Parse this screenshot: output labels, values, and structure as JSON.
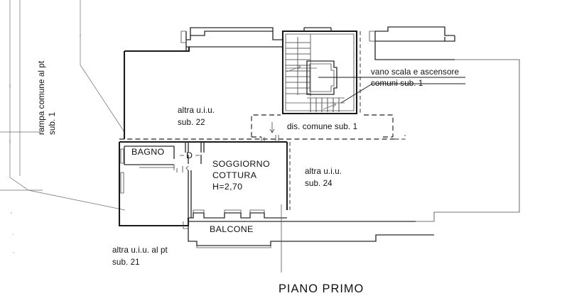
{
  "document": {
    "kind": "floor-plan",
    "title": "PIANO PRIMO",
    "language": "it"
  },
  "title_block": {
    "label": "PIANO PRIMO"
  },
  "rooms": [
    {
      "id": "soggiorno-cottura",
      "name_line1": "SOGGIORNO",
      "name_line2": "COTTURA",
      "height_label": "H=2,70"
    },
    {
      "id": "bagno",
      "name": "BAGNO"
    },
    {
      "id": "balcone",
      "name": "BALCONE"
    }
  ],
  "door_marks": [
    {
      "id": "door-d",
      "label": "D"
    }
  ],
  "annotations": [
    {
      "id": "rampa-comune",
      "line1": "rampa comune al pt",
      "line2": "sub. 1",
      "orientation": "vertical"
    },
    {
      "id": "altra-uiu-22",
      "line1": "altra u.i.u.",
      "line2": "sub. 22",
      "orientation": "horizontal"
    },
    {
      "id": "vano-scala",
      "line1": "vano scala e ascensore",
      "line2": "comuni sub. 1",
      "orientation": "horizontal"
    },
    {
      "id": "dis-comune",
      "line1": "dis. comune sub. 1",
      "orientation": "horizontal"
    },
    {
      "id": "altra-uiu-24",
      "line1": "altra u.i.u.",
      "line2": "sub. 24",
      "orientation": "horizontal"
    },
    {
      "id": "altra-uiu-21",
      "line1": "altra u.i.u. al pt",
      "line2": "sub. 21",
      "orientation": "horizontal"
    }
  ],
  "colors": {
    "background": "#ffffff",
    "ink": "#111111",
    "wall": "#1a1a1a",
    "thin": "#4a4a4a",
    "hairline": "#6d6d6d"
  }
}
